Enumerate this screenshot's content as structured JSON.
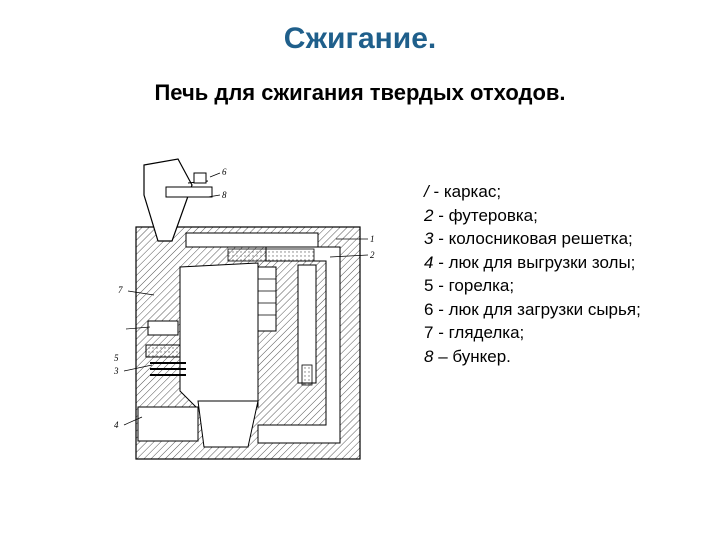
{
  "title": "Сжигание.",
  "subtitle": "Печь для сжигания твердых отходов.",
  "diagram": {
    "callouts": [
      "1",
      "2",
      "3",
      "4",
      "5",
      "6",
      "7",
      "8"
    ]
  },
  "legend": [
    {
      "num": "/",
      "text": " - каркас;",
      "italic": true
    },
    {
      "num": "2",
      "text": " - футеровка;",
      "italic": true
    },
    {
      "num": "3",
      "text": " - колосниковая решетка;",
      "italic": true
    },
    {
      "num": "4",
      "text": " - люк для  выгрузки  золы;",
      "italic": true
    },
    {
      "num": "5",
      "text": " - горелка;",
      "italic": false
    },
    {
      "num": "6",
      "text": " - люк для загрузки сырья;",
      "italic": false
    },
    {
      "num": "7",
      "text": " - гляделка;",
      "italic": false
    },
    {
      "num": "8",
      "text": " – бункер.",
      "italic": true
    }
  ]
}
